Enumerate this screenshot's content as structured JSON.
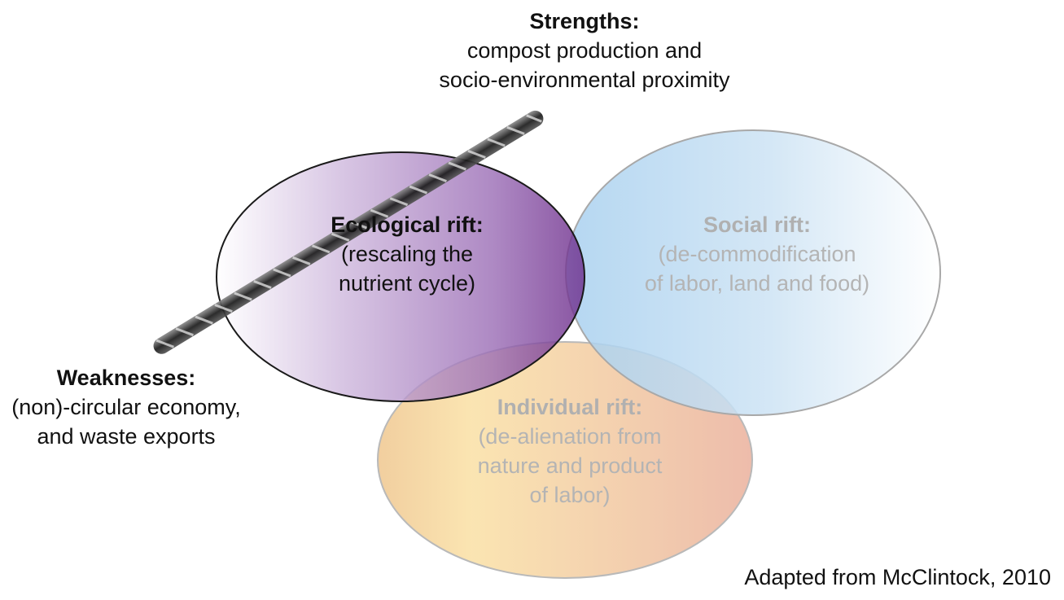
{
  "strengths": {
    "heading": "Strengths:",
    "line1": "compost production and",
    "line2": "socio-environmental proximity"
  },
  "weaknesses": {
    "heading": "Weaknesses:",
    "line1": "(non)-circular economy,",
    "line2": "and waste exports"
  },
  "ecological_rift": {
    "heading": "Ecological rift:",
    "line1": "(rescaling the",
    "line2": "nutrient cycle)",
    "color": "#6b2a8a"
  },
  "social_rift": {
    "heading": "Social rift:",
    "line1": "(de-commodification",
    "line2": "of labor, land and food)",
    "color": "#8fc3e8"
  },
  "individual_rift": {
    "heading": "Individual rift:",
    "line1": "(de-alienation from",
    "line2": "nature and product",
    "line3": "of labor)",
    "colors": [
      "#f2b65a",
      "#e8a070"
    ]
  },
  "credit": "Adapted from McClintock, 2010",
  "icons": {
    "rope": "twisted-rope-icon"
  }
}
